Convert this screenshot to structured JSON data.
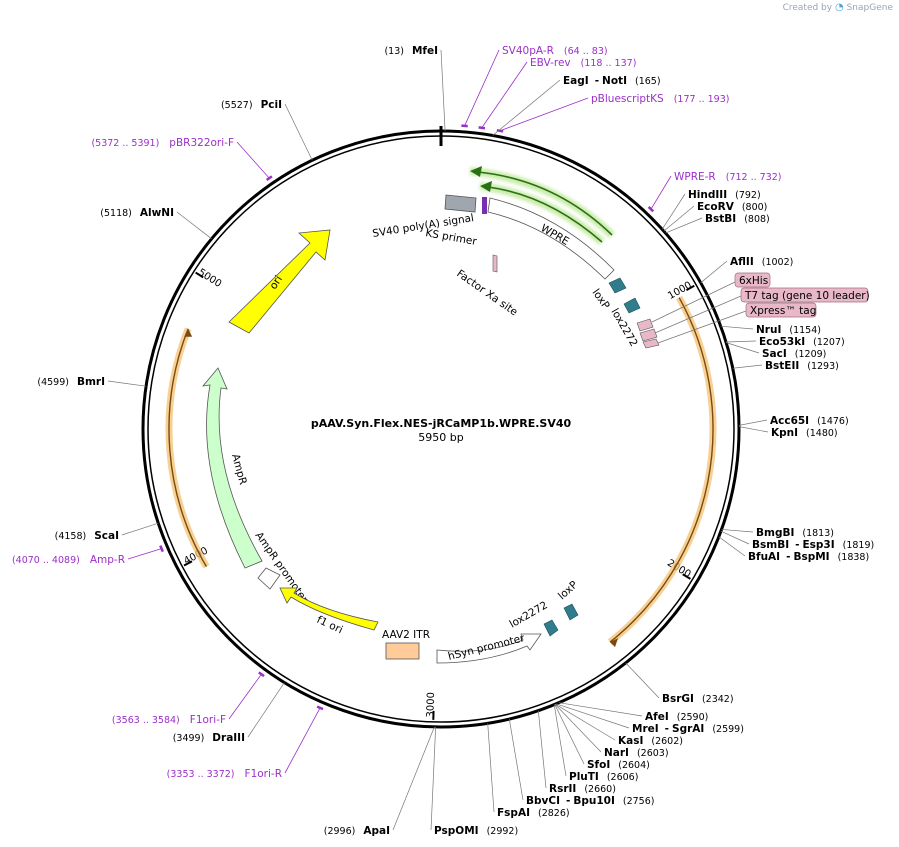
{
  "credit": {
    "prefix": "Created by",
    "brand": "SnapGene"
  },
  "plasmid": {
    "name": "pAAV.Syn.Flex.NES-jRCaMP1b.WPRE.SV40",
    "length_label": "5950 bp",
    "length": 5950
  },
  "ticks": [
    {
      "pos": 1000,
      "label": "1000"
    },
    {
      "pos": 2000,
      "label": "2000"
    },
    {
      "pos": 3000,
      "label": "3000"
    },
    {
      "pos": 4000,
      "label": "4000"
    },
    {
      "pos": 5000,
      "label": "5000"
    }
  ],
  "sites": [
    {
      "id": "mfei",
      "name": "MfeI",
      "pos": "(13)",
      "bp": 13,
      "side": "left"
    },
    {
      "id": "eagi-noti",
      "name": "EagI",
      "name2": "NotI",
      "pos": "(165)",
      "bp": 165,
      "side": "right"
    },
    {
      "id": "hindiii",
      "name": "HindIII",
      "pos": "(792)",
      "bp": 792,
      "side": "right"
    },
    {
      "id": "ecorv",
      "name": "EcoRV",
      "pos": "(800)",
      "bp": 800,
      "side": "right"
    },
    {
      "id": "bstbi",
      "name": "BstBI",
      "pos": "(808)",
      "bp": 808,
      "side": "right"
    },
    {
      "id": "aflii",
      "name": "AflII",
      "pos": "(1002)",
      "bp": 1002,
      "side": "right"
    },
    {
      "id": "nrui",
      "name": "NruI",
      "pos": "(1154)",
      "bp": 1154,
      "side": "right"
    },
    {
      "id": "eco53ki",
      "name": "Eco53kI",
      "pos": "(1207)",
      "bp": 1207,
      "side": "right"
    },
    {
      "id": "saci",
      "name": "SacI",
      "pos": "(1209)",
      "bp": 1209,
      "side": "right"
    },
    {
      "id": "bsteii",
      "name": "BstEII",
      "pos": "(1293)",
      "bp": 1293,
      "side": "right"
    },
    {
      "id": "acc65i",
      "name": "Acc65I",
      "pos": "(1476)",
      "bp": 1476,
      "side": "right"
    },
    {
      "id": "kpni",
      "name": "KpnI",
      "pos": "(1480)",
      "bp": 1480,
      "side": "right"
    },
    {
      "id": "bmgbi",
      "name": "BmgBI",
      "pos": "(1813)",
      "bp": 1813,
      "side": "right"
    },
    {
      "id": "bsmbi-esp3i",
      "name": "BsmBI",
      "name2": "Esp3I",
      "pos": "(1819)",
      "bp": 1819,
      "side": "right"
    },
    {
      "id": "bfuai-bspmi",
      "name": "BfuAI",
      "name2": "BspMI",
      "pos": "(1838)",
      "bp": 1838,
      "side": "right"
    },
    {
      "id": "bsrgi",
      "name": "BsrGI",
      "pos": "(2342)",
      "bp": 2342,
      "side": "right"
    },
    {
      "id": "afei",
      "name": "AfeI",
      "pos": "(2590)",
      "bp": 2590,
      "side": "right"
    },
    {
      "id": "mrei-sgrai",
      "name": "MreI",
      "name2": "SgrAI",
      "pos": "(2599)",
      "bp": 2599,
      "side": "right"
    },
    {
      "id": "kasi",
      "name": "KasI",
      "pos": "(2602)",
      "bp": 2602,
      "side": "right"
    },
    {
      "id": "nari",
      "name": "NarI",
      "pos": "(2603)",
      "bp": 2603,
      "side": "right"
    },
    {
      "id": "sfoi",
      "name": "SfoI",
      "pos": "(2604)",
      "bp": 2604,
      "side": "right"
    },
    {
      "id": "pluti",
      "name": "PluTI",
      "pos": "(2606)",
      "bp": 2606,
      "side": "right"
    },
    {
      "id": "rsrii",
      "name": "RsrII",
      "pos": "(2660)",
      "bp": 2660,
      "side": "right"
    },
    {
      "id": "bbvci-bpu10i",
      "name": "BbvCI",
      "name2": "Bpu10I",
      "pos": "(2756)",
      "bp": 2756,
      "side": "right"
    },
    {
      "id": "fspai",
      "name": "FspAI",
      "pos": "(2826)",
      "bp": 2826,
      "side": "right"
    },
    {
      "id": "pspomi",
      "name": "PspOMI",
      "pos": "(2992)",
      "bp": 2992,
      "side": "right"
    },
    {
      "id": "apai",
      "name": "ApaI",
      "pos": "(2996)",
      "bp": 2996,
      "side": "left"
    },
    {
      "id": "draiii",
      "name": "DraIII",
      "pos": "(3499)",
      "bp": 3499,
      "side": "left"
    },
    {
      "id": "scai",
      "name": "ScaI",
      "pos": "(4158)",
      "bp": 4158,
      "side": "left"
    },
    {
      "id": "bmri",
      "name": "BmrI",
      "pos": "(4599)",
      "bp": 4599,
      "side": "left"
    },
    {
      "id": "alwni",
      "name": "AlwNI",
      "pos": "(5118)",
      "bp": 5118,
      "side": "left"
    },
    {
      "id": "pcii",
      "name": "PciI",
      "pos": "(5527)",
      "bp": 5527,
      "side": "left"
    }
  ],
  "primers": [
    {
      "id": "sv40pa-r",
      "name": "SV40pA-R",
      "pos": "(64 .. 83)",
      "start": 64,
      "end": 83
    },
    {
      "id": "ebv-rev",
      "name": "EBV-rev",
      "pos": "(118 .. 137)",
      "start": 118,
      "end": 137
    },
    {
      "id": "pbluescriptks",
      "name": "pBluescriptKS",
      "pos": "(177 .. 193)",
      "start": 177,
      "end": 193
    },
    {
      "id": "wpre-r",
      "name": "WPRE-R",
      "pos": "(712 .. 732)",
      "start": 712,
      "end": 732
    },
    {
      "id": "f1ori-r",
      "name": "F1ori-R",
      "pos": "(3353 .. 3372)",
      "start": 3353,
      "end": 3372
    },
    {
      "id": "f1ori-f",
      "name": "F1ori-F",
      "pos": "(3563 .. 3584)",
      "start": 3563,
      "end": 3584
    },
    {
      "id": "amp-r",
      "name": "Amp-R",
      "pos": "(4070 .. 4089)",
      "start": 4070,
      "end": 4089
    },
    {
      "id": "pbr322ori-f",
      "name": "pBR322ori-F",
      "pos": "(5372 .. 5391)",
      "start": 5372,
      "end": 5391
    }
  ],
  "tags": [
    {
      "id": "6xhis",
      "label": "6xHis"
    },
    {
      "id": "t7-tag",
      "label": "T7 tag (gene 10 leader)"
    },
    {
      "id": "xpress-tag",
      "label": "Xpress™ tag"
    }
  ],
  "features": [
    {
      "id": "sv40-polya",
      "label": "SV40 poly(A) signal"
    },
    {
      "id": "ks-primer",
      "label": "KS primer"
    },
    {
      "id": "wpre",
      "label": "WPRE"
    },
    {
      "id": "factor-xa",
      "label": "Factor Xa site"
    },
    {
      "id": "loxp-1",
      "label": "loxP"
    },
    {
      "id": "lox2272-1",
      "label": "lox2272"
    },
    {
      "id": "loxp-2",
      "label": "loxP"
    },
    {
      "id": "lox2272-2",
      "label": "lox2272"
    },
    {
      "id": "hsyn",
      "label": "hSyn promoter"
    },
    {
      "id": "aav2-itr",
      "label": "AAV2 ITR"
    },
    {
      "id": "f1-ori",
      "label": "f1 ori"
    },
    {
      "id": "ampr-promoter",
      "label": "AmpR promoter"
    },
    {
      "id": "ampr",
      "label": "AmpR"
    },
    {
      "id": "ori",
      "label": "ori"
    }
  ],
  "colors": {
    "backbone": "#000000",
    "primer": "#9b2fc8",
    "ori": "#ffff00",
    "ampr": "#ccffcc",
    "wpre": "#7fc64a",
    "lox": "#2f7d8c",
    "itr": "#ffcc99",
    "tag": "#e8b8c8",
    "orf": "#f4b860"
  }
}
